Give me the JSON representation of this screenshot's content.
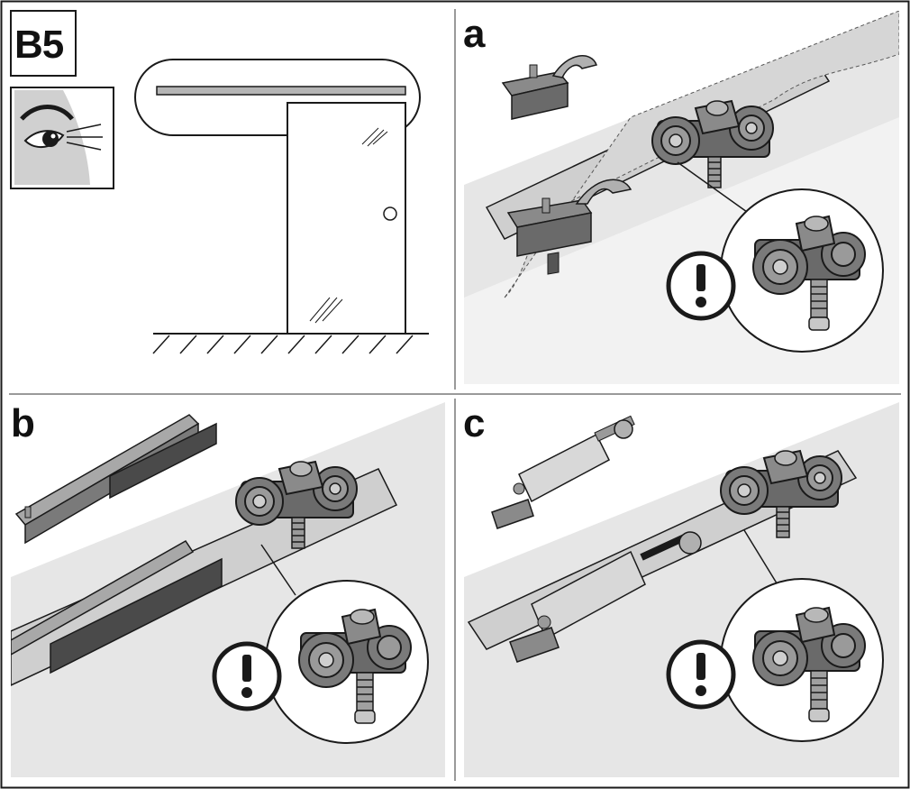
{
  "step_code": "B5",
  "panels": [
    {
      "label": "a"
    },
    {
      "label": "b"
    },
    {
      "label": "c"
    }
  ],
  "warning_symbol": "!",
  "icons": {
    "eye": "inspect-eye-icon",
    "warning": "warning-exclamation-icon"
  },
  "colors": {
    "line": "#1a1a1a",
    "panel_fill": "#e6e6e6",
    "track_fill": "#cfcfcf",
    "part_dark": "#555555",
    "part_mid": "#8a8a8a"
  }
}
